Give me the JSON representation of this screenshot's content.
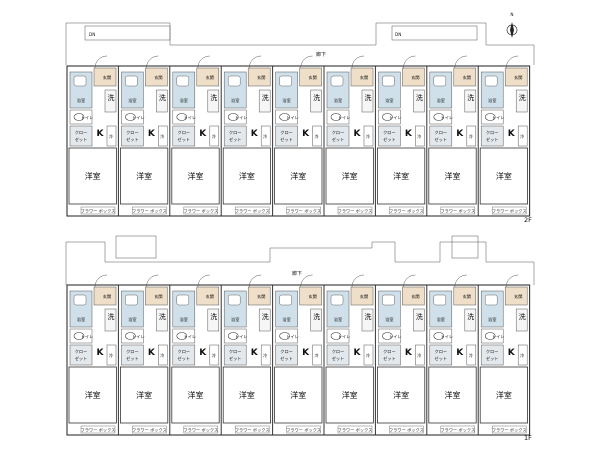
{
  "floors": [
    {
      "label": "2F",
      "corridor_label": "廊下",
      "units": 9
    },
    {
      "label": "1F",
      "corridor_label": "廊下",
      "units": 9
    }
  ],
  "room_labels": {
    "genkan": "玄関",
    "yokushitsu": "浴室",
    "sen": "洗",
    "toilet": "トイレ",
    "closet_line1": "クロー",
    "closet_line2": "ゼット",
    "kitchen": "K",
    "rei": "冷",
    "youshitsu": "洋室",
    "flower_box": "フラワー ボックス"
  },
  "stair_label": "DN",
  "north_label": "N",
  "colors": {
    "bath": "#cfe0ea",
    "entrance": "#f0dfc8",
    "closet": "#e3e8ec",
    "room": "#ffffff",
    "corridor": "#ffffff",
    "wall": "#333333"
  }
}
